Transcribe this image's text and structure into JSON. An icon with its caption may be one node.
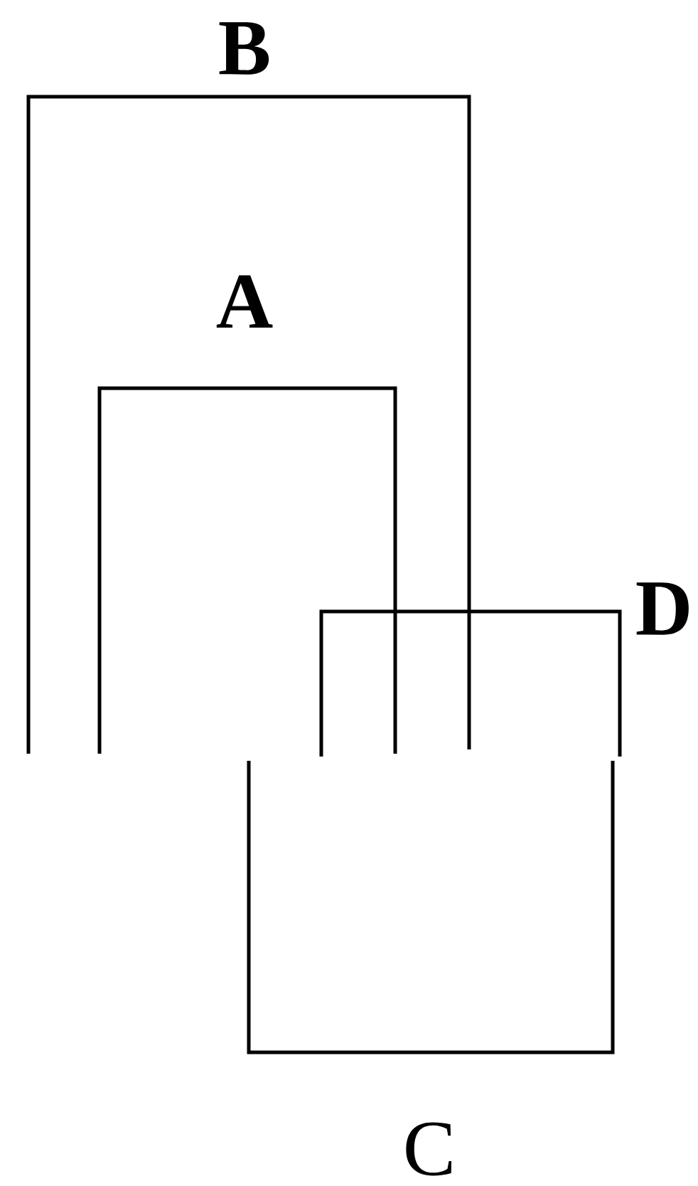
{
  "diagram": {
    "labels": [
      "B",
      "A",
      "D",
      "C"
    ]
  }
}
